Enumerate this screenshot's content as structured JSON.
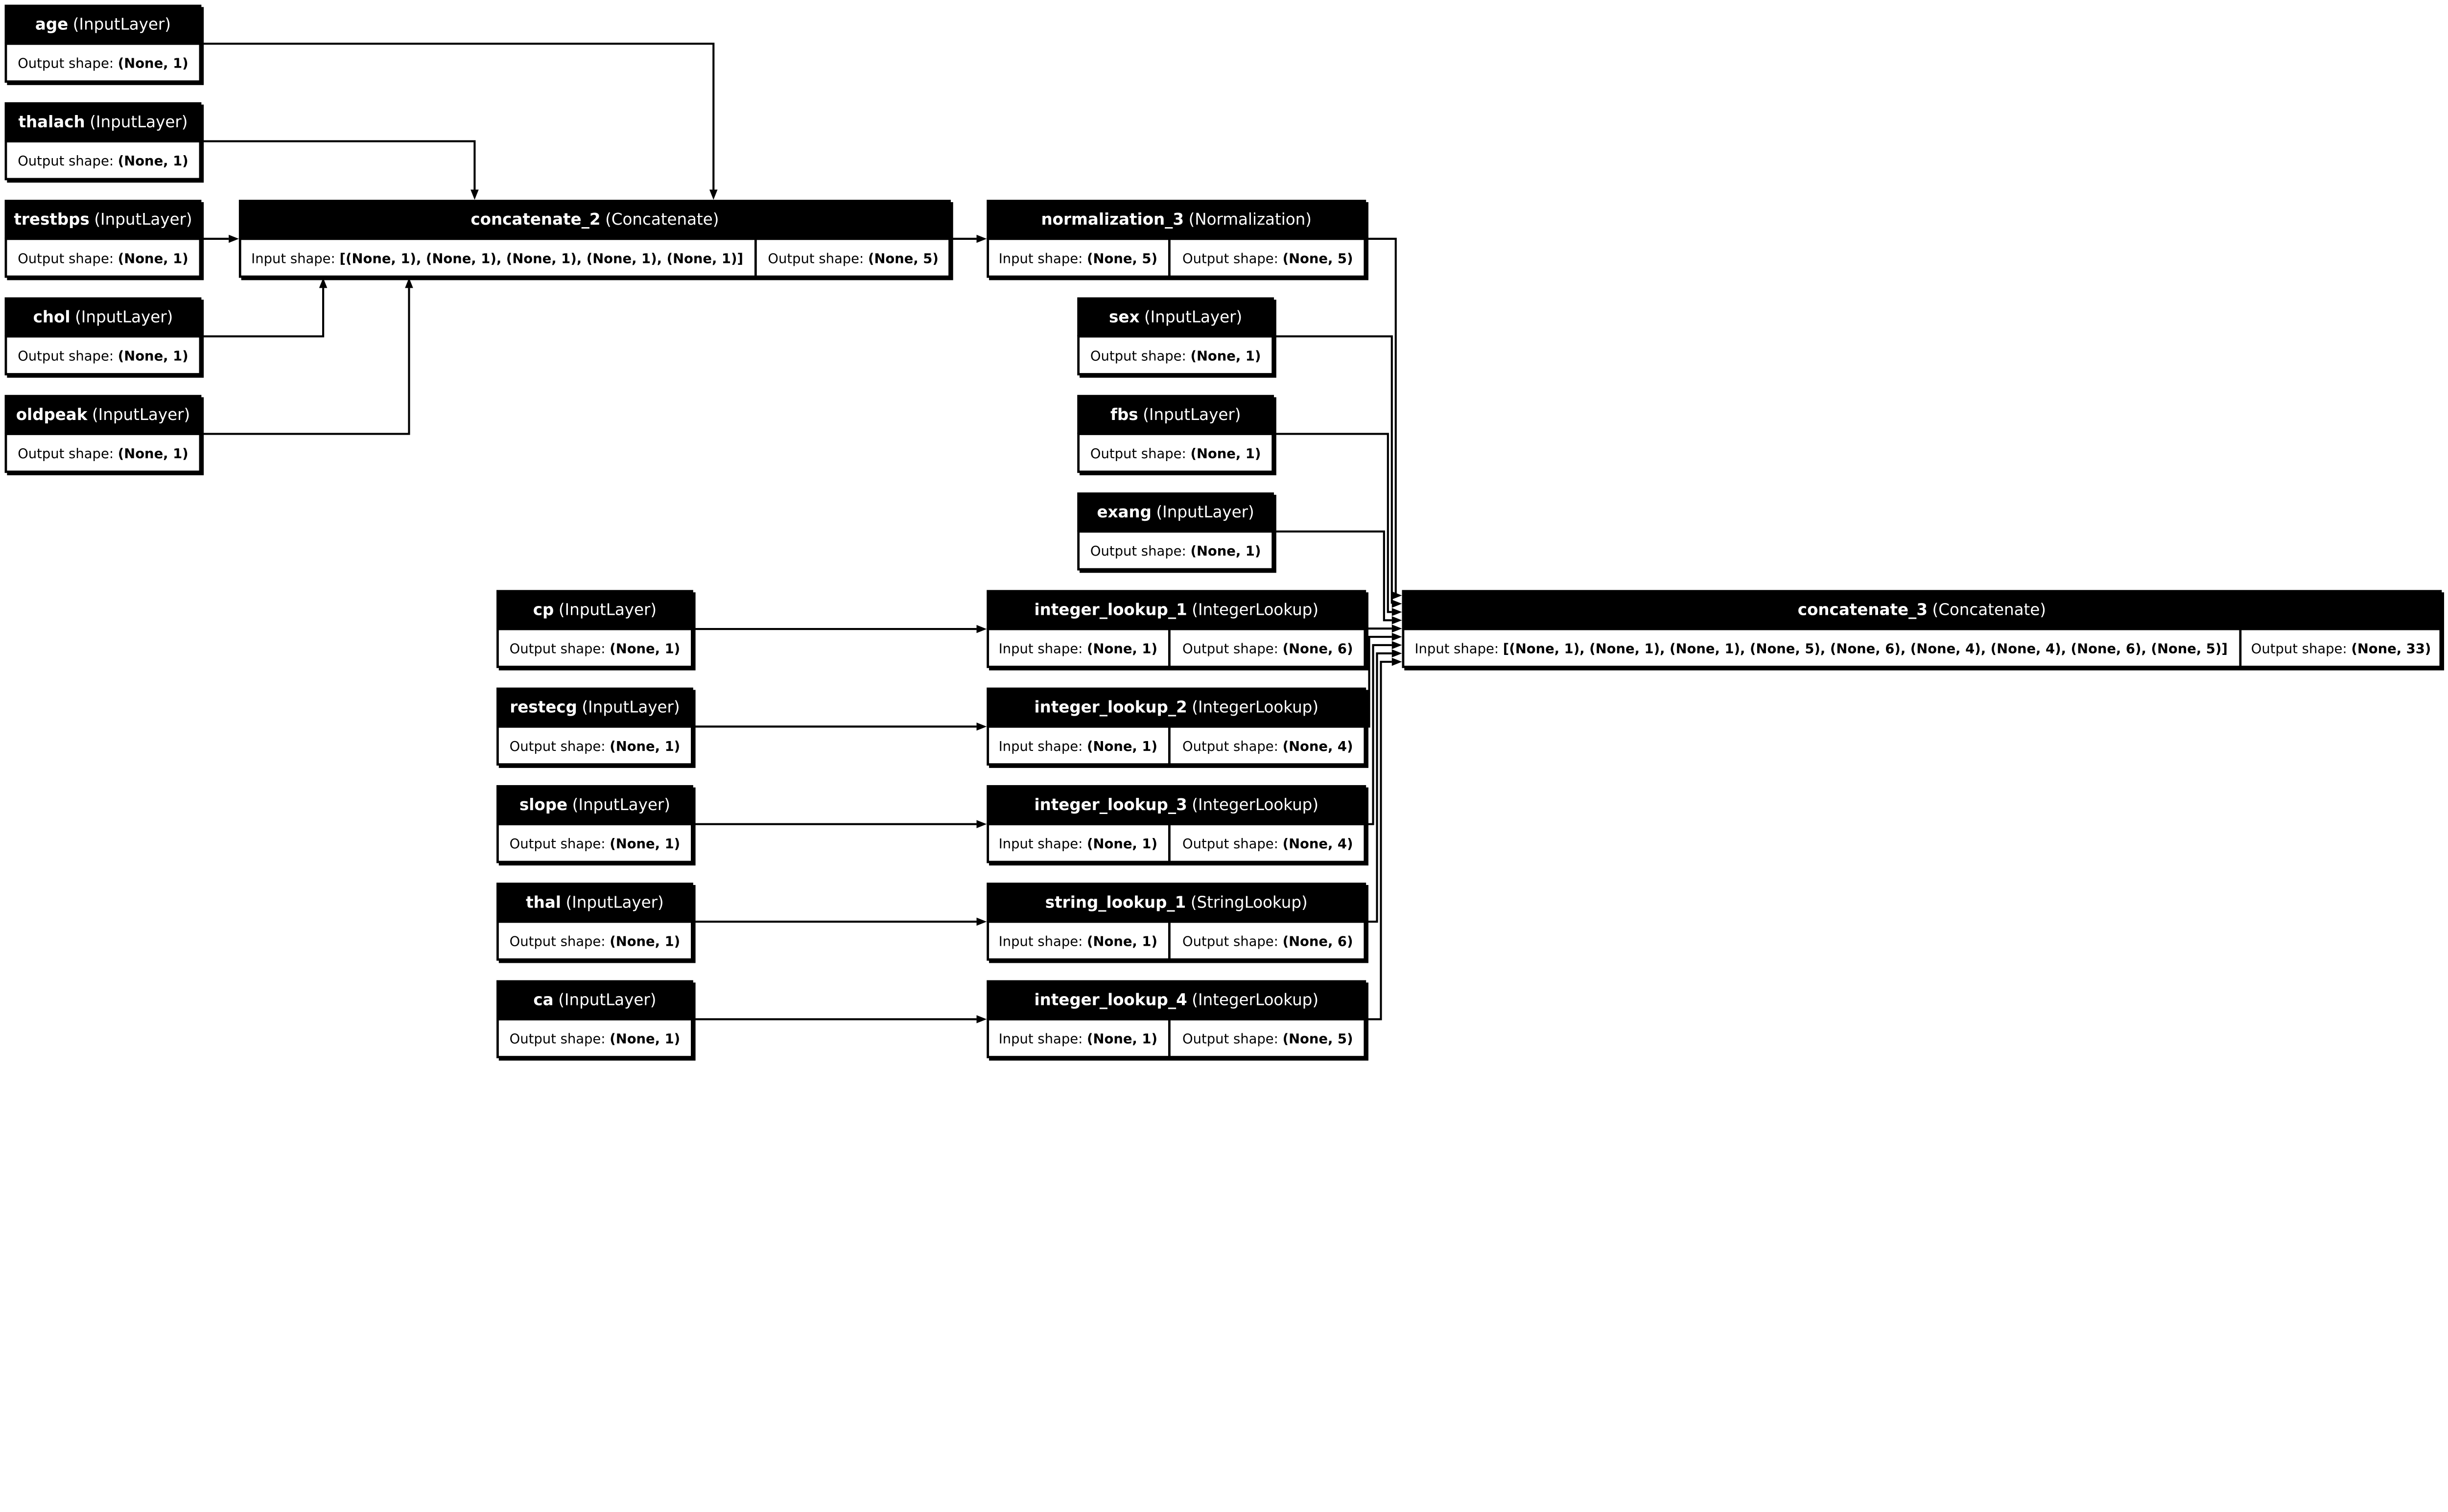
{
  "labels": {
    "input": "Input shape: ",
    "output": "Output shape: "
  },
  "nodes": [
    {
      "id": "age",
      "name": "age",
      "type": "(InputLayer)",
      "output_shape": "(None, 1)"
    },
    {
      "id": "thalach",
      "name": "thalach",
      "type": "(InputLayer)",
      "output_shape": "(None, 1)"
    },
    {
      "id": "trestbps",
      "name": "trestbps",
      "type": "(InputLayer)",
      "output_shape": "(None, 1)"
    },
    {
      "id": "chol",
      "name": "chol",
      "type": "(InputLayer)",
      "output_shape": "(None, 1)"
    },
    {
      "id": "oldpeak",
      "name": "oldpeak",
      "type": "(InputLayer)",
      "output_shape": "(None, 1)"
    },
    {
      "id": "concatenate_2",
      "name": "concatenate_2",
      "type": "(Concatenate)",
      "input_shape": "[(None, 1), (None, 1), (None, 1), (None, 1), (None, 1)]",
      "output_shape": "(None, 5)"
    },
    {
      "id": "normalization_3",
      "name": "normalization_3",
      "type": "(Normalization)",
      "input_shape": "(None, 5)",
      "output_shape": "(None, 5)"
    },
    {
      "id": "sex",
      "name": "sex",
      "type": "(InputLayer)",
      "output_shape": "(None, 1)"
    },
    {
      "id": "fbs",
      "name": "fbs",
      "type": "(InputLayer)",
      "output_shape": "(None, 1)"
    },
    {
      "id": "exang",
      "name": "exang",
      "type": "(InputLayer)",
      "output_shape": "(None, 1)"
    },
    {
      "id": "cp",
      "name": "cp",
      "type": "(InputLayer)",
      "output_shape": "(None, 1)"
    },
    {
      "id": "restecg",
      "name": "restecg",
      "type": "(InputLayer)",
      "output_shape": "(None, 1)"
    },
    {
      "id": "slope",
      "name": "slope",
      "type": "(InputLayer)",
      "output_shape": "(None, 1)"
    },
    {
      "id": "thal",
      "name": "thal",
      "type": "(InputLayer)",
      "output_shape": "(None, 1)"
    },
    {
      "id": "ca",
      "name": "ca",
      "type": "(InputLayer)",
      "output_shape": "(None, 1)"
    },
    {
      "id": "integer_lookup_1",
      "name": "integer_lookup_1",
      "type": "(IntegerLookup)",
      "input_shape": "(None, 1)",
      "output_shape": "(None, 6)"
    },
    {
      "id": "integer_lookup_2",
      "name": "integer_lookup_2",
      "type": "(IntegerLookup)",
      "input_shape": "(None, 1)",
      "output_shape": "(None, 4)"
    },
    {
      "id": "integer_lookup_3",
      "name": "integer_lookup_3",
      "type": "(IntegerLookup)",
      "input_shape": "(None, 1)",
      "output_shape": "(None, 4)"
    },
    {
      "id": "string_lookup_1",
      "name": "string_lookup_1",
      "type": "(StringLookup)",
      "input_shape": "(None, 1)",
      "output_shape": "(None, 6)"
    },
    {
      "id": "integer_lookup_4",
      "name": "integer_lookup_4",
      "type": "(IntegerLookup)",
      "input_shape": "(None, 1)",
      "output_shape": "(None, 5)"
    },
    {
      "id": "concatenate_3",
      "name": "concatenate_3",
      "type": "(Concatenate)",
      "input_shape": "[(None, 1), (None, 1), (None, 1), (None, 5), (None, 6), (None, 4), (None, 4), (None, 6), (None, 5)]",
      "output_shape": "(None, 33)"
    }
  ],
  "edges": [
    [
      "age",
      "concatenate_2"
    ],
    [
      "thalach",
      "concatenate_2"
    ],
    [
      "trestbps",
      "concatenate_2"
    ],
    [
      "chol",
      "concatenate_2"
    ],
    [
      "oldpeak",
      "concatenate_2"
    ],
    [
      "concatenate_2",
      "normalization_3"
    ],
    [
      "cp",
      "integer_lookup_1"
    ],
    [
      "restecg",
      "integer_lookup_2"
    ],
    [
      "slope",
      "integer_lookup_3"
    ],
    [
      "thal",
      "string_lookup_1"
    ],
    [
      "ca",
      "integer_lookup_4"
    ],
    [
      "normalization_3",
      "concatenate_3"
    ],
    [
      "sex",
      "concatenate_3"
    ],
    [
      "fbs",
      "concatenate_3"
    ],
    [
      "exang",
      "concatenate_3"
    ],
    [
      "integer_lookup_1",
      "concatenate_3"
    ],
    [
      "integer_lookup_2",
      "concatenate_3"
    ],
    [
      "integer_lookup_3",
      "concatenate_3"
    ],
    [
      "string_lookup_1",
      "concatenate_3"
    ],
    [
      "integer_lookup_4",
      "concatenate_3"
    ]
  ]
}
